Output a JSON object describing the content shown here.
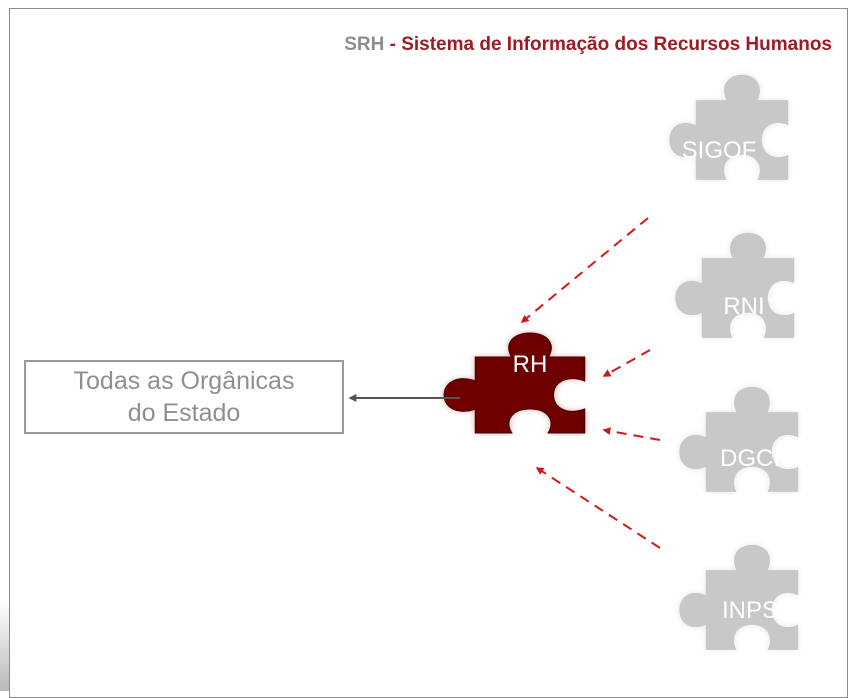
{
  "title": {
    "abbr": "SRH",
    "rest": " - Sistema de Informação dos Recursos Humanos"
  },
  "target": {
    "line1": "Todas as Orgânicas",
    "line2": "do Estado"
  },
  "central": {
    "label": "RH",
    "color": "#6e0000"
  },
  "sources": [
    {
      "label": "SIGOF"
    },
    {
      "label": "RNI"
    },
    {
      "label": "DGCI"
    },
    {
      "label": "INPS"
    }
  ],
  "colors": {
    "source_piece": "#c8c8c8",
    "arrow_dashed": "#cc1b1b",
    "arrow_solid": "#555555",
    "title_accent": "#9e1b23",
    "title_gray": "#8d8d8d"
  },
  "icons": [
    "puzzle-piece-icon",
    "arrow-icon"
  ]
}
